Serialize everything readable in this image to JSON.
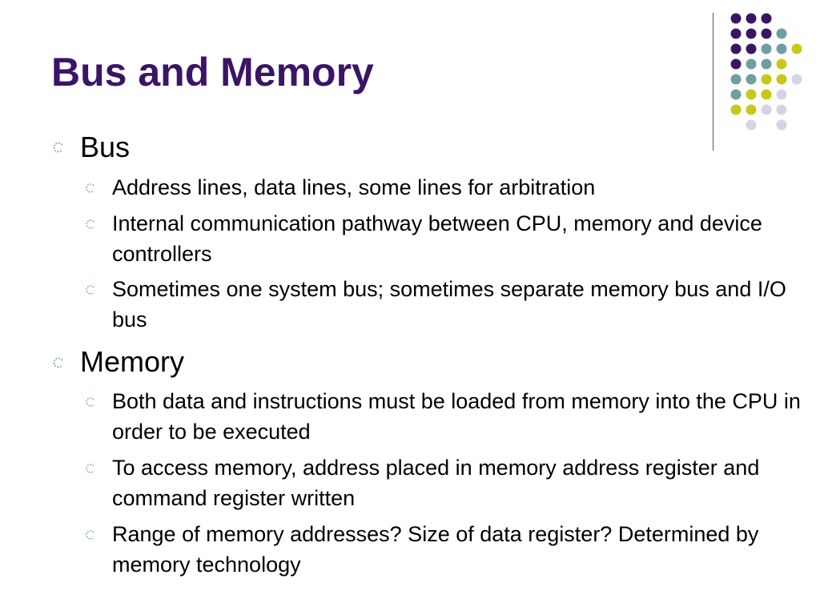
{
  "slide": {
    "title": "Bus and Memory",
    "sections": [
      {
        "heading": "Bus",
        "items": [
          "Address lines, data lines, some lines for arbitration",
          "Internal communication pathway between CPU, memory and device controllers",
          "Sometimes one system bus; sometimes separate memory bus and I/O bus"
        ]
      },
      {
        "heading": "Memory",
        "items": [
          "Both data and instructions must be loaded from memory into the CPU in order to be executed",
          "To access memory, address placed in memory address register and command register written",
          "Range of memory addresses? Size of data register? Determined by memory technology"
        ]
      }
    ]
  },
  "colors": {
    "title": "#3c1466",
    "dot_purple": "#3c1466",
    "dot_teal": "#6f9ea0",
    "dot_yellow": "#c8c81a",
    "dot_lavender": "#d4d4e6"
  },
  "icons": {
    "bullet": "open-circle-bullet-icon"
  }
}
